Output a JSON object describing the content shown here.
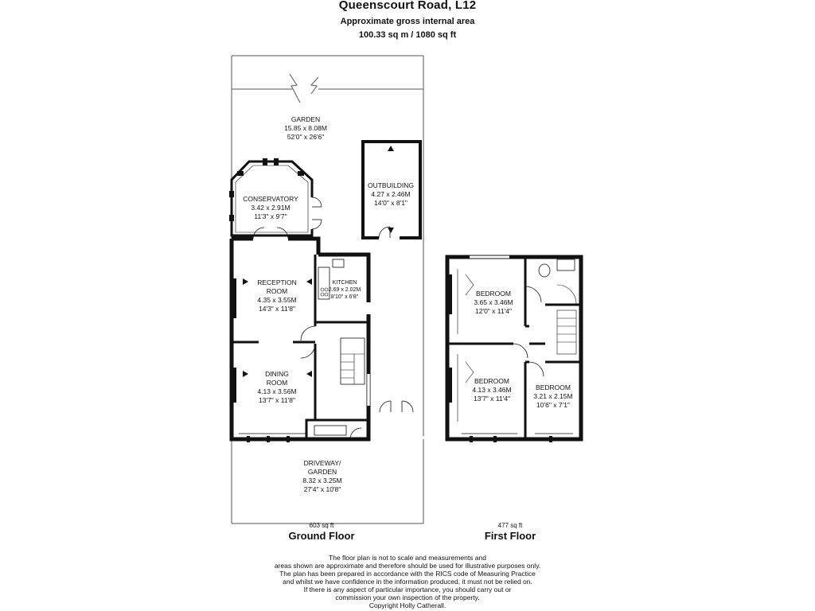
{
  "header": {
    "title": "Queenscourt Road, L12",
    "subtitle": "Approximate gross internal area",
    "area": "100.33 sq m /  1080 sq ft"
  },
  "rooms": {
    "garden": {
      "name": "GARDEN",
      "dims_m": "15.85 x 8.08M",
      "dims_ft": "52'0\" x 26'6\""
    },
    "conservatory": {
      "name": "CONSERVATORY",
      "dims_m": "3.42 x 2.91M",
      "dims_ft": "11'3\" x 9'7\""
    },
    "outbuilding": {
      "name": "OUTBUILDING",
      "dims_m": "4.27 x 2.46M",
      "dims_ft": "14'0\" x 8'1\""
    },
    "reception": {
      "name1": "RECEPTION",
      "name2": "ROOM",
      "dims_m": "4.35 x 3.55M",
      "dims_ft": "14'3\" x 11'8\""
    },
    "kitchen": {
      "name": "KITCHEN",
      "dims_m": "2.69 x 2.02M",
      "dims_ft": "8'10\" x 6'8\""
    },
    "dining": {
      "name1": "DINING",
      "name2": "ROOM",
      "dims_m": "4.13 x 3.56M",
      "dims_ft": "13'7\" x 11'8\""
    },
    "driveway": {
      "name1": "DRIVEWAY/",
      "name2": "GARDEN",
      "dims_m": "8.32 x 3.25M",
      "dims_ft": "27'4\" x 10'8\""
    },
    "bedroom1": {
      "name": "BEDROOM",
      "dims_m": "3.65 x 3.46M",
      "dims_ft": "12'0\" x 11'4\""
    },
    "bedroom2": {
      "name": "BEDROOM",
      "dims_m": "4.13 x 3.46M",
      "dims_ft": "13'7\" x 11'4\""
    },
    "bedroom3": {
      "name": "BEDROOM",
      "dims_m": "3.21 x 2.15M",
      "dims_ft": "10'6\" x 7'1\""
    }
  },
  "floors": {
    "ground": {
      "sqft": "603 sq ft",
      "name": "Ground Floor"
    },
    "first": {
      "sqft": "477 sq ft",
      "name": "First Floor"
    }
  },
  "disclaimer": [
    "The floor plan is not to scale and measurements and",
    "areas shown are approximate and therefore should be used for illustrative purposes only.",
    "The plan has been prepared in accordance with the RICS code of Measuring Practice",
    "and whilst we have confidence in the information produced, it must not be relied on.",
    "If there is any aspect of particular importance, you should carry out or",
    "commission your own inspection of the property.",
    "Copyright Holly Catherall."
  ]
}
